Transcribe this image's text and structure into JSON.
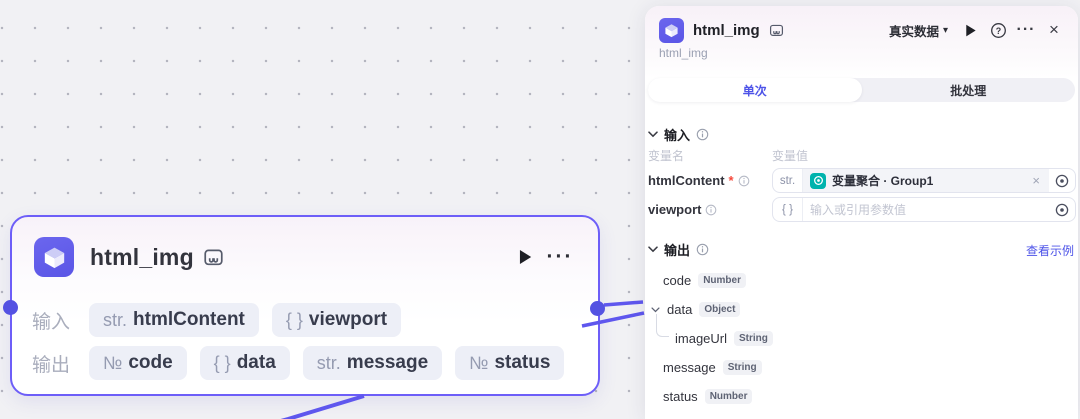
{
  "icons": {
    "more": "···",
    "close": "×",
    "caret_down": "▾",
    "run": "play-triangle",
    "help": "?",
    "separator_dot": "·"
  },
  "canvas": {
    "node": {
      "title": "html_img",
      "input_label": "输入",
      "output_label": "输出",
      "inputs": [
        {
          "prefix": "str.",
          "name": "htmlContent"
        },
        {
          "prefix": "{ }",
          "name": "viewport"
        }
      ],
      "outputs": [
        {
          "prefix": "№",
          "name": "code"
        },
        {
          "prefix": "{ }",
          "name": "data"
        },
        {
          "prefix": "str.",
          "name": "message"
        },
        {
          "prefix": "№",
          "name": "status"
        }
      ]
    }
  },
  "panel": {
    "header": {
      "title": "html_img",
      "subtitle": "html_img",
      "data_mode": "真实数据"
    },
    "tabs": {
      "single": "单次",
      "batch": "批处理"
    },
    "inputs": {
      "title": "输入",
      "col_name": "变量名",
      "col_value": "变量值",
      "required_mark": "*",
      "rows": [
        {
          "name": "htmlContent",
          "prefix": "str.",
          "ref_label": "变量聚合 · Group1"
        },
        {
          "name": "viewport",
          "prefix": "{ }",
          "placeholder": "输入或引用参数值"
        }
      ]
    },
    "outputs": {
      "title": "输出",
      "example_link": "查看示例",
      "items": [
        {
          "name": "code",
          "type": "Number"
        },
        {
          "name": "data",
          "type": "Object"
        },
        {
          "name": "imageUrl",
          "type": "String"
        },
        {
          "name": "message",
          "type": "String"
        },
        {
          "name": "status",
          "type": "Number"
        }
      ]
    }
  },
  "colors": {
    "accent": "#4d53e8",
    "node_border": "#6d5ef8",
    "edge": "#5f57ee",
    "teal": "#00b3ad",
    "required": "#f5483b"
  }
}
